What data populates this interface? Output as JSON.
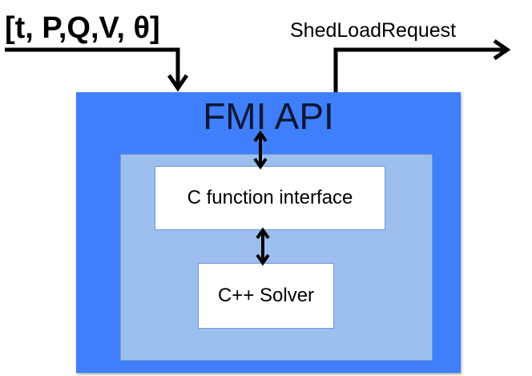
{
  "inputs": {
    "label": "[t, P,Q,V, θ]"
  },
  "outputs": {
    "label": "ShedLoadRequest"
  },
  "fmi_api": {
    "title": "FMI API"
  },
  "c_interface": {
    "label": "C function interface"
  },
  "solver": {
    "label": "C++ Solver"
  },
  "colors": {
    "outer_box": "#3f7ffb",
    "inner_box": "#9dbfee",
    "inner_box_border": "#6f97d6",
    "arrow": "#000000"
  }
}
